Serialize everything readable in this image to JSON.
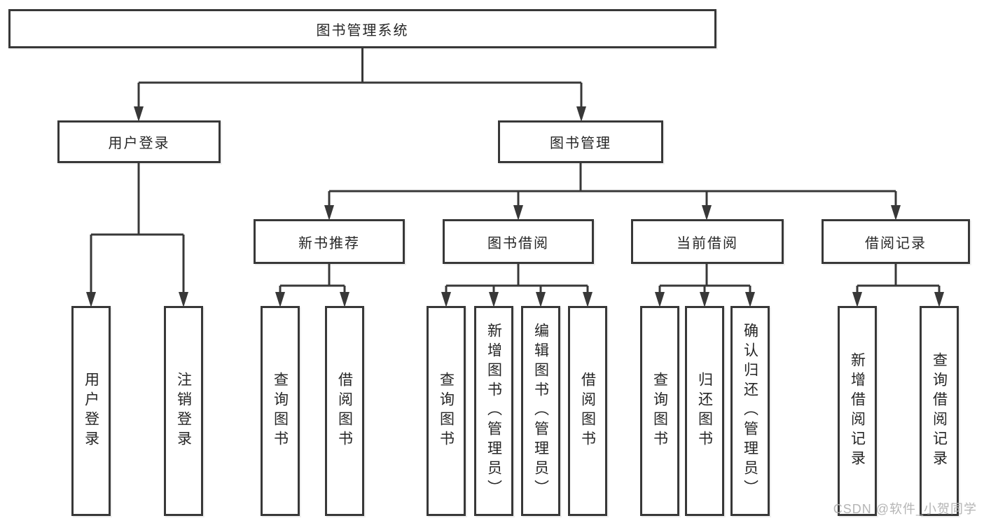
{
  "tree": {
    "root": {
      "label": "图书管理系统",
      "children": [
        {
          "label": "用户登录",
          "children": [
            {
              "label": "用户登录"
            },
            {
              "label": "注销登录"
            }
          ]
        },
        {
          "label": "图书管理",
          "children": [
            {
              "label": "新书推荐",
              "children": [
                {
                  "label": "查询图书"
                },
                {
                  "label": "借阅图书"
                }
              ]
            },
            {
              "label": "图书借阅",
              "children": [
                {
                  "label": "查询图书"
                },
                {
                  "label": "新增图书（管理员）"
                },
                {
                  "label": "编辑图书（管理员）"
                },
                {
                  "label": "借阅图书"
                }
              ]
            },
            {
              "label": "当前借阅",
              "children": [
                {
                  "label": "查询图书"
                },
                {
                  "label": "归还图书"
                },
                {
                  "label": "确认归还（管理员）"
                }
              ]
            },
            {
              "label": "借阅记录",
              "children": [
                {
                  "label": "新增借阅记录"
                },
                {
                  "label": "查询借阅记录"
                }
              ]
            }
          ]
        }
      ]
    }
  },
  "watermark": {
    "text": "CSDN @软件_小贺同学"
  },
  "colors": {
    "line": "#383838",
    "box_border": "#383838",
    "text": "#262626",
    "watermark": "#b5b5b5",
    "background": "#ffffff"
  }
}
